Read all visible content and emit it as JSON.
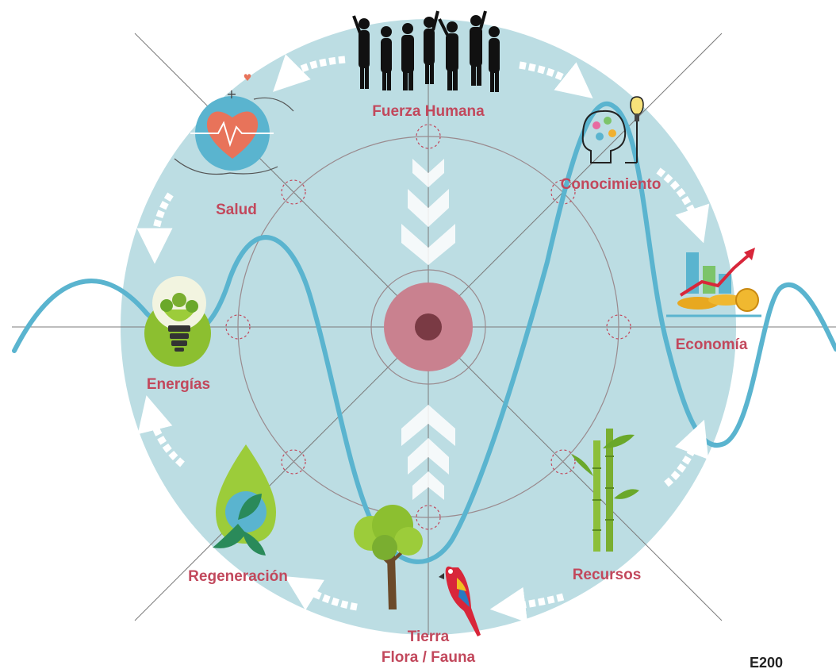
{
  "diagram": {
    "center_node": "",
    "nodes": [
      {
        "id": "fuerza-humana",
        "label": "Fuerza Humana",
        "icon": "people-silhouettes-icon"
      },
      {
        "id": "conocimiento",
        "label": "Conocimiento",
        "icon": "brain-lightbulb-icon"
      },
      {
        "id": "economia",
        "label": "Economía",
        "icon": "coins-chart-icon"
      },
      {
        "id": "recursos",
        "label": "Recursos",
        "icon": "bamboo-icon"
      },
      {
        "id": "tierra",
        "label_line1": "Tierra",
        "label_line2": "Flora / Fauna",
        "icon": "tree-parrot-icon"
      },
      {
        "id": "regeneracion",
        "label": "Regeneración",
        "icon": "water-drop-leaves-icon"
      },
      {
        "id": "energias",
        "label": "Energías",
        "icon": "eco-lightbulb-icon"
      },
      {
        "id": "salud",
        "label": "Salud",
        "icon": "heart-hands-icon"
      }
    ],
    "flow_direction": "clockwise",
    "code": "E200"
  },
  "colors": {
    "circle_fill": "#bcdde3",
    "wave": "#5ab4cf",
    "label": "#c2485c",
    "core": "#c9818f",
    "core_dot": "#7a3a44",
    "ring_stroke": "#9a8a8e"
  }
}
